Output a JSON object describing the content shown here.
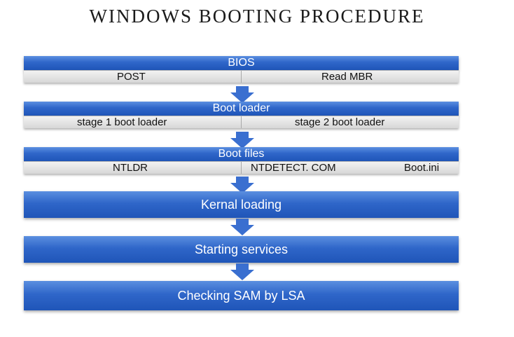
{
  "title": "WINDOWS BOOTING PROCEDURE",
  "stages": [
    {
      "label": "BIOS",
      "sub": [
        "POST",
        "Read MBR"
      ]
    },
    {
      "label": "Boot loader",
      "sub": [
        "stage 1 boot loader",
        "stage 2 boot loader"
      ]
    },
    {
      "label": "Boot files",
      "sub": [
        "NTLDR",
        "NTDETECT. COM",
        "Boot.ini"
      ]
    },
    {
      "label": "Kernal loading"
    },
    {
      "label": "Starting services"
    },
    {
      "label": "Checking SAM by LSA"
    }
  ],
  "colors": {
    "bar_top": "#5b8fe0",
    "bar_bottom": "#1f55b8",
    "arrow": "#3a6fd0",
    "subrow": "#dcdcdc"
  }
}
